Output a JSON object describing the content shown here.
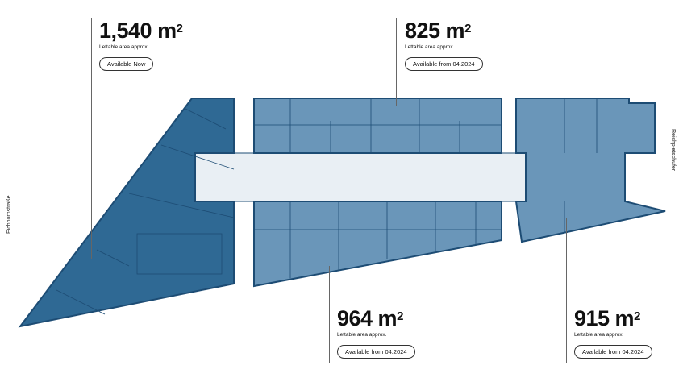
{
  "units": [
    {
      "id": "west",
      "area": "1,540 m",
      "sup": "2",
      "label": "Lettable area approx.",
      "availability": "Available Now"
    },
    {
      "id": "north",
      "area": "825 m",
      "sup": "2",
      "label": "Lettable area approx.",
      "availability": "Available from 04.2024"
    },
    {
      "id": "south",
      "area": "964 m",
      "sup": "2",
      "label": "Lettable area approx.",
      "availability": "Available from 04.2024"
    },
    {
      "id": "east",
      "area": "915 m",
      "sup": "2",
      "label": "Lettable area approx.",
      "availability": "Available from 04.2024"
    }
  ],
  "streets": {
    "left": "Eichhornstraße",
    "right": "Reichpietschufer"
  },
  "colors": {
    "west": "#2f6994",
    "other": "#6a96b9",
    "corridor": "#e9eff4",
    "outline": "#1d4c74"
  }
}
